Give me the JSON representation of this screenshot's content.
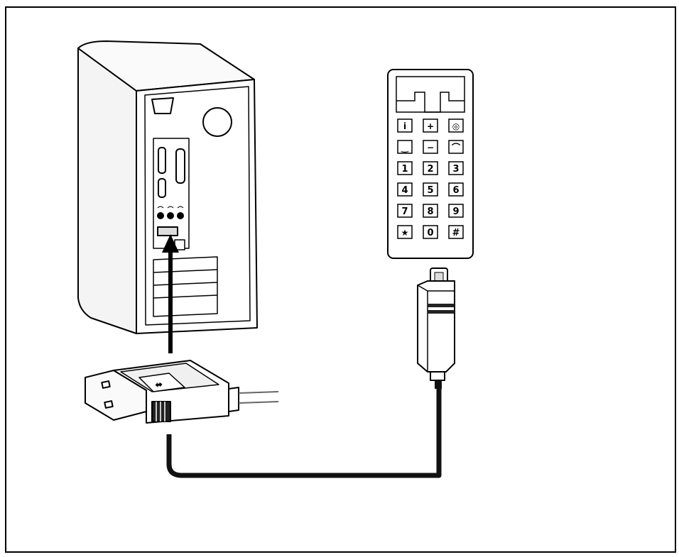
{
  "keypad": {
    "rows": [
      [
        "i",
        "+",
        "◎"
      ],
      [
        "‿",
        "−",
        "⌒"
      ],
      [
        "1",
        "2",
        "3"
      ],
      [
        "4",
        "5",
        "6"
      ],
      [
        "7",
        "8",
        "9"
      ],
      [
        "★",
        "0",
        "#"
      ]
    ]
  },
  "usb_symbol": "⬌",
  "colors": {
    "line": "#000000",
    "cable": "#111111",
    "background": "#ffffff",
    "shade": "#e6e6e6"
  }
}
